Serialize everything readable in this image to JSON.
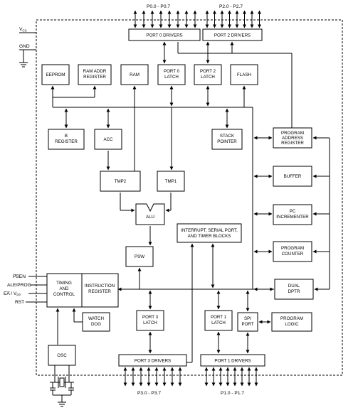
{
  "blocks": {
    "port0_drivers": [
      "PORT 0 DRIVERS"
    ],
    "port2_drivers": [
      "PORT 2 DRIVERS"
    ],
    "eeprom": [
      "EEPROM"
    ],
    "ram_addr_register": [
      "RAM ADDR",
      "REGISTER"
    ],
    "ram": [
      "RAM"
    ],
    "port0_latch": [
      "PORT 0",
      "LATCH"
    ],
    "port2_latch": [
      "PORT 2",
      "LATCH"
    ],
    "flash": [
      "FLASH"
    ],
    "b_register": [
      "B",
      "REGISTER"
    ],
    "acc": [
      "ACC"
    ],
    "stack_pointer": [
      "STACK",
      "POINTER"
    ],
    "program_address_register": [
      "PROGRAM",
      "ADDRESS",
      "REGISTER"
    ],
    "buffer": [
      "BUFFER"
    ],
    "tmp2": [
      "TMP2"
    ],
    "tmp1": [
      "TMP1"
    ],
    "alu": [
      "ALU"
    ],
    "pc_incrementer": [
      "PC",
      "INCREMENTER"
    ],
    "interrupt_serial_timer": [
      "INTERRUPT, SERIAL PORT,",
      "AND TIMER BLOCKS"
    ],
    "program_counter": [
      "PROGRAM",
      "COUNTER"
    ],
    "psw": [
      "PSW"
    ],
    "timing_and_control": [
      "TIMING",
      "AND",
      "CONTROL"
    ],
    "instruction_register": [
      "INSTRUCTION",
      "REGISTER"
    ],
    "dual_dptr": [
      "DUAL",
      "DPTR"
    ],
    "watch_dog": [
      "WATCH",
      "DOG"
    ],
    "port3_latch": [
      "PORT 3",
      "LATCH"
    ],
    "port1_latch": [
      "PORT 1",
      "LATCH"
    ],
    "spi_port": [
      "SPI",
      "PORT"
    ],
    "program_logic": [
      "PROGRAM",
      "LOGIC"
    ],
    "osc": [
      "OSC"
    ],
    "port3_drivers": [
      "PORT 3 DRIVERS"
    ],
    "port1_drivers": [
      "PORT 1 DRIVERS"
    ]
  },
  "pins": {
    "p0": "P0.0 - P0.7",
    "p2": "P2.0 - P2.7",
    "p3": "P3.0 - P3.7",
    "p1": "P1.0 - P1.7",
    "vcc": "V",
    "vcc_sub": "CC",
    "gnd": "GND",
    "psen": "PSEN",
    "ale_prog": "ALE/PROG",
    "ea_vpp": "EA",
    "ea_vpp_rest": " / V",
    "ea_vpp_sub": "PP",
    "rst": "RST"
  }
}
